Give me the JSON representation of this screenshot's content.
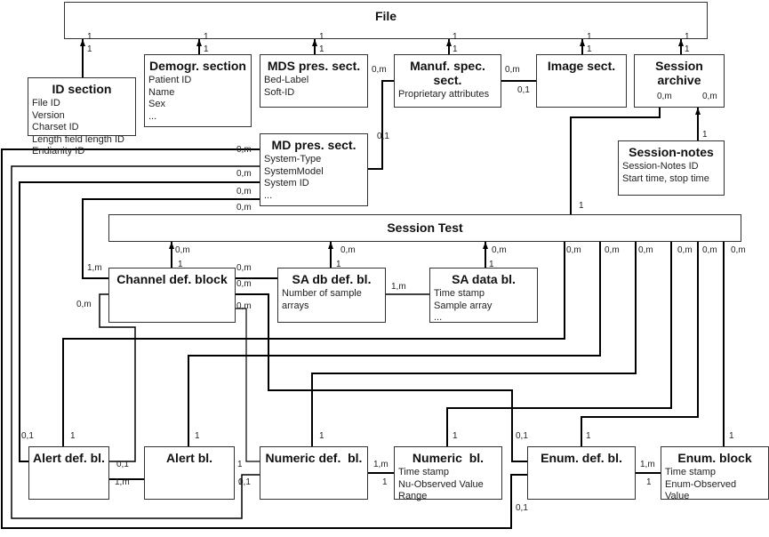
{
  "boxes": {
    "file": {
      "title": "File",
      "attrs": []
    },
    "id_section": {
      "title": "ID section",
      "attrs": [
        "File ID",
        "Version",
        "Charset ID",
        "Length field length ID",
        "Endianity ID"
      ]
    },
    "demogr_section": {
      "title": "Demogr. section",
      "attrs": [
        "Patient ID",
        "Name",
        "Sex",
        "..."
      ]
    },
    "mds_pres_sect": {
      "title": "MDS pres. sect.",
      "attrs": [
        "Bed-Label",
        "Soft-ID"
      ]
    },
    "manuf_spec_sect": {
      "title": "Manuf. spec. sect.",
      "attrs": [
        "Proprietary attributes"
      ]
    },
    "image_sect": {
      "title": "Image sect.",
      "attrs": []
    },
    "session_archive": {
      "title": "Session archive",
      "attrs": []
    },
    "md_pres_sect": {
      "title": "MD pres. sect.",
      "attrs": [
        "System-Type",
        "SystemModel",
        "System ID",
        "..."
      ]
    },
    "session_notes": {
      "title": "Session-notes",
      "attrs": [
        "Session-Notes ID",
        "Start time, stop time"
      ]
    },
    "session_test": {
      "title": "Session Test",
      "attrs": []
    },
    "channel_def_block": {
      "title": "Channel def. block",
      "attrs": []
    },
    "sa_db_def_bl": {
      "title": "SA db def. bl.",
      "attrs": [
        "Number of sample",
        "arrays"
      ]
    },
    "sa_data_bl": {
      "title": "SA data bl.",
      "attrs": [
        "Time stamp",
        "Sample array",
        "..."
      ]
    },
    "alert_def_bl": {
      "title": "Alert def. bl.",
      "attrs": []
    },
    "alert_bl": {
      "title": "Alert bl.",
      "attrs": []
    },
    "numeric_def_bl": {
      "title": "Numeric def.  bl.",
      "attrs": []
    },
    "numeric_bl": {
      "title": "Numeric  bl.",
      "attrs": [
        "Time stamp",
        "Nu-Observed Value",
        "Range"
      ]
    },
    "enum_def_bl": {
      "title": "Enum. def. bl.",
      "attrs": []
    },
    "enum_block": {
      "title": "Enum. block",
      "attrs": [
        "Time stamp",
        "Enum-Observed",
        "Value"
      ]
    }
  },
  "labels": [
    {
      "text": "1"
    },
    {
      "text": "1"
    },
    {
      "text": "1"
    },
    {
      "text": "1"
    },
    {
      "text": "1"
    },
    {
      "text": "1"
    },
    {
      "text": "1"
    },
    {
      "text": "1"
    },
    {
      "text": "1"
    },
    {
      "text": "1"
    },
    {
      "text": "1"
    },
    {
      "text": "1"
    },
    {
      "text": "0,m"
    },
    {
      "text": "0,1"
    },
    {
      "text": "0,m"
    },
    {
      "text": "0,1"
    },
    {
      "text": "0,m"
    },
    {
      "text": "0,m"
    },
    {
      "text": "1"
    },
    {
      "text": "0,m"
    },
    {
      "text": "0,m"
    },
    {
      "text": "0,m"
    },
    {
      "text": "0,m"
    },
    {
      "text": "1"
    },
    {
      "text": "0,m"
    },
    {
      "text": "1"
    },
    {
      "text": "0,m"
    },
    {
      "text": "1"
    },
    {
      "text": "0,m"
    },
    {
      "text": "1"
    },
    {
      "text": "0,m"
    },
    {
      "text": "0,m"
    },
    {
      "text": "0,m"
    },
    {
      "text": "0,m"
    },
    {
      "text": "0,m"
    },
    {
      "text": "0,m"
    },
    {
      "text": "1,m"
    },
    {
      "text": "0,m"
    },
    {
      "text": "0,m"
    },
    {
      "text": "0,m"
    },
    {
      "text": "0,m"
    },
    {
      "text": "1,m"
    },
    {
      "text": "0,1"
    },
    {
      "text": "1"
    },
    {
      "text": "1"
    },
    {
      "text": "1"
    },
    {
      "text": "1"
    },
    {
      "text": "0,1"
    },
    {
      "text": "1"
    },
    {
      "text": "1"
    },
    {
      "text": "0,1"
    },
    {
      "text": "1,m"
    },
    {
      "text": "1"
    },
    {
      "text": "1"
    },
    {
      "text": "0,1"
    },
    {
      "text": "1,m"
    },
    {
      "text": "1"
    },
    {
      "text": "1,m"
    },
    {
      "text": "1"
    },
    {
      "text": "0,1"
    }
  ],
  "colors": {
    "line": "#000000",
    "box_border": "#333333",
    "background": "#ffffff"
  }
}
